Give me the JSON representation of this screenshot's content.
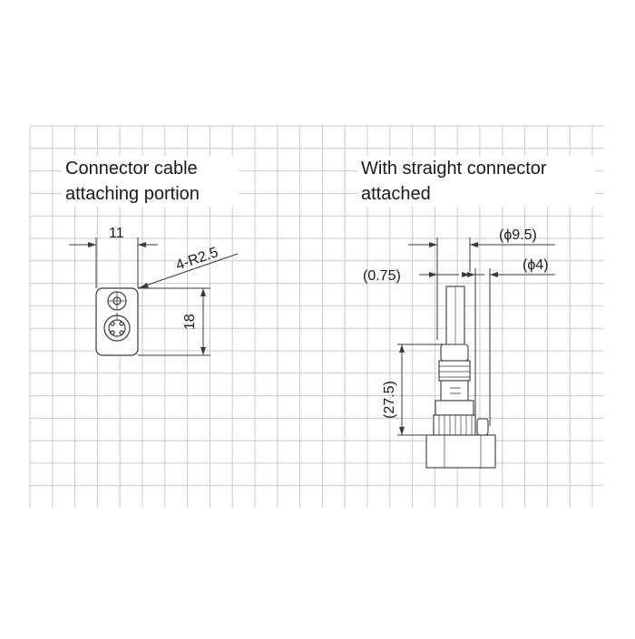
{
  "left_panel": {
    "title_line1": "Connector cable",
    "title_line2": "attaching portion",
    "dim_width": "11",
    "dim_radius": "4-R2.5",
    "dim_height": "18"
  },
  "right_panel": {
    "title_line1": "With straight connector",
    "title_line2": "attached",
    "dim_outer_dia": "(ϕ9.5)",
    "dim_inner_dia": "(ϕ4)",
    "dim_offset": "(0.75)",
    "dim_length": "(27.5)"
  },
  "colors": {
    "grid": "#c9c9c9",
    "line": "#3a3a3a",
    "text": "#1a1a1a"
  }
}
